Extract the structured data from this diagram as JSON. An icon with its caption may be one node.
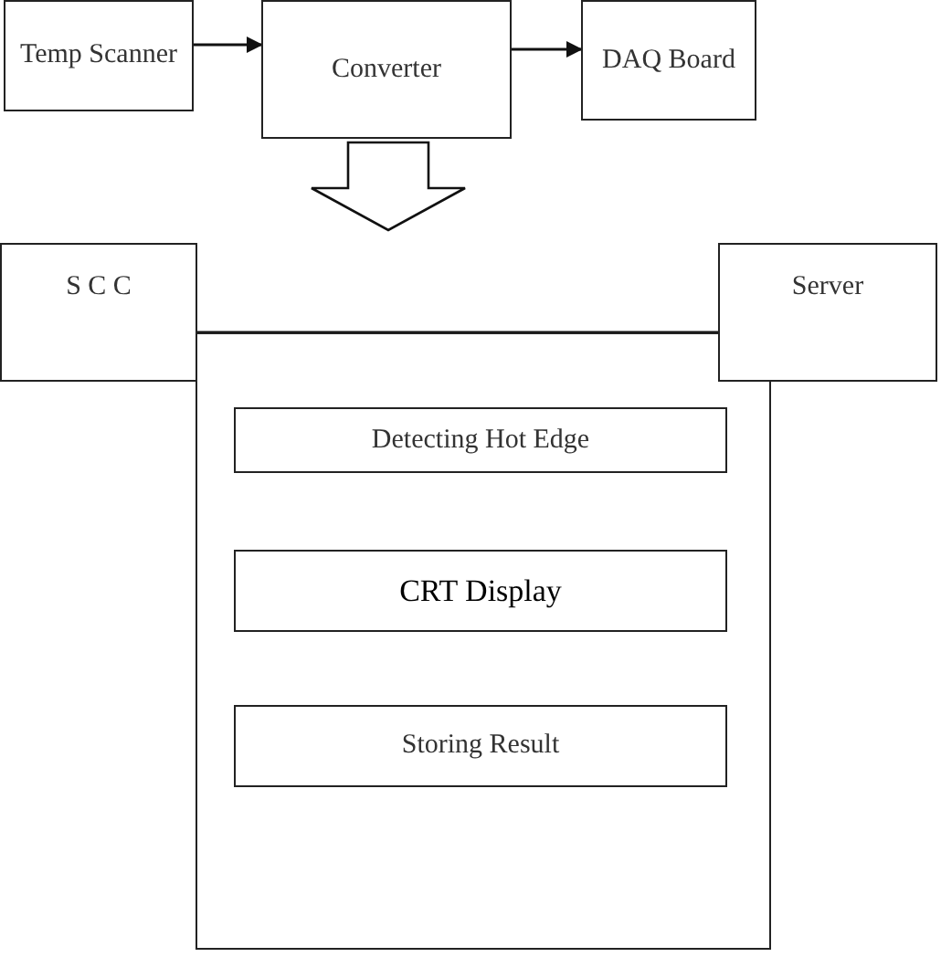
{
  "diagram": {
    "nodes": [
      {
        "text": [
          "Temp Scanner"
        ]
      },
      {
        "text": [
          "Converter"
        ]
      },
      {
        "text": [
          "DAQ Board"
        ]
      },
      {
        "text": [
          "S C C"
        ]
      },
      {
        "text": [
          "Server"
        ]
      },
      {
        "text": [],
        "shape": "box"
      },
      {
        "text": [
          "Detecting Hot Edge"
        ],
        "in": 5
      },
      {
        "text": [
          "CRT Display"
        ],
        "in": 5
      },
      {
        "text": [
          "Storing Result"
        ],
        "in": 5
      }
    ],
    "edges": [
      {
        "from": 0,
        "to": 1,
        "arrow": "to"
      },
      {
        "from": 1,
        "to": 2,
        "arrow": "to"
      },
      {
        "from": 3,
        "to": 4,
        "arrow": "none"
      },
      {
        "from": 1,
        "to": null,
        "arrow": "to",
        "style": "thick"
      }
    ]
  }
}
